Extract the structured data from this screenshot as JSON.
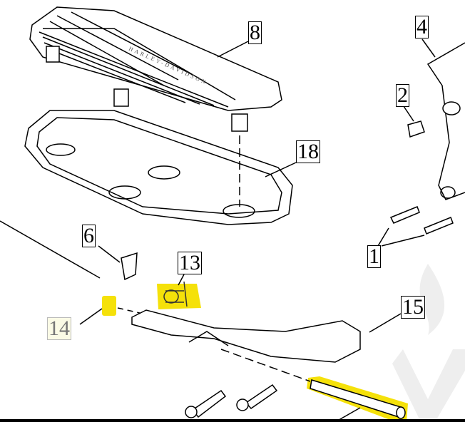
{
  "diagram": {
    "logo_text": "HARLEY-DAVIDSON",
    "labels": {
      "p8": "8",
      "p4": "4",
      "p2": "2",
      "p18": "18",
      "p6": "6",
      "p13": "13",
      "p1": "1",
      "p15": "15",
      "p14": "14"
    },
    "highlight_color": "#f5e10a"
  }
}
